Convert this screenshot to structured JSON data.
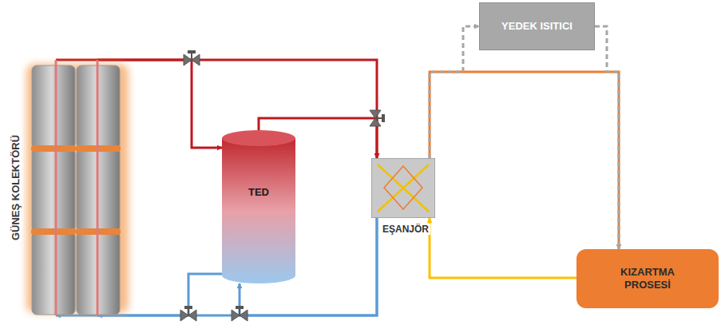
{
  "diagram": {
    "nodes": [
      {
        "text": [
          "GÜNEŞ KOLEKTÖRÜ"
        ]
      },
      {
        "text": [
          "TED"
        ]
      },
      {
        "text": [
          "EŞANJÖR"
        ]
      },
      {
        "text": [
          "YEDEK ISITICI"
        ]
      },
      {
        "text": [
          "KIZARTMA PROSESİ"
        ]
      }
    ],
    "edges": [
      {
        "from": 0,
        "to": 2,
        "arrow": "to"
      },
      {
        "from": 0,
        "to": 1,
        "arrow": "to"
      },
      {
        "from": 1,
        "to": 2,
        "arrow": "to"
      },
      {
        "from": 2,
        "to": 0,
        "arrow": "to"
      },
      {
        "from": 2,
        "to": 1,
        "arrow": "to"
      },
      {
        "from": 1,
        "to": 0,
        "arrow": "to"
      },
      {
        "from": 2,
        "to": 4,
        "arrow": "to"
      },
      {
        "from": 2,
        "to": 3,
        "arrow": "to"
      },
      {
        "from": 3,
        "to": 4,
        "arrow": "to"
      },
      {
        "from": 4,
        "to": 2,
        "arrow": "to"
      }
    ]
  }
}
